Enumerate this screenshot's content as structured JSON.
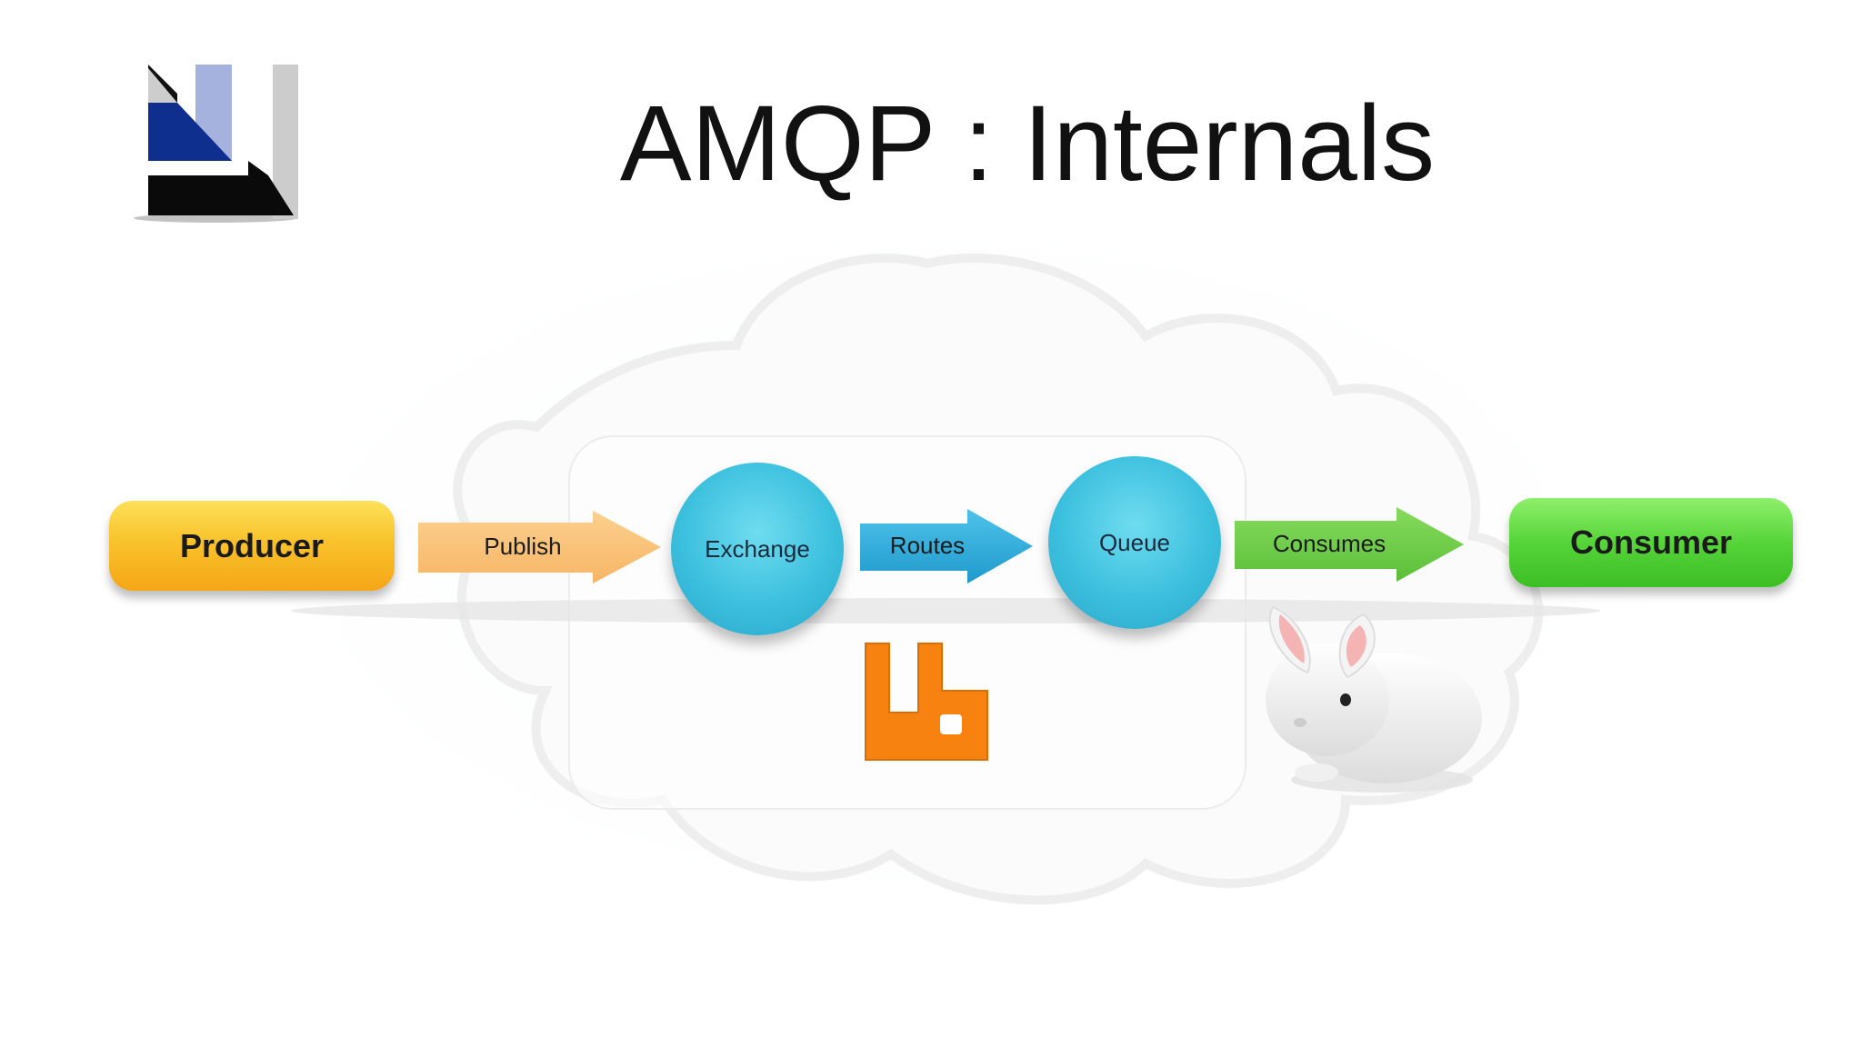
{
  "slide": {
    "title": "AMQP : Internals"
  },
  "diagram": {
    "producer_label": "Producer",
    "publish_label": "Publish",
    "exchange_label": "Exchange",
    "routes_label": "Routes",
    "queue_label": "Queue",
    "consumes_label": "Consumes",
    "consumer_label": "Consumer"
  },
  "colors": {
    "producer": "#f8c22c",
    "publish_arrow": "#f9c07a",
    "routes_arrow": "#2aa6d4",
    "consumes_arrow": "#6cc94a",
    "consumer": "#56d43a",
    "circle": "#3cc0de",
    "rabbitmq_logo": "#f7820f",
    "logo_blue": "#0f2f8f",
    "logo_light_blue": "#a5b2dd",
    "logo_gray": "#cccccc"
  },
  "icons": {
    "logo": "company-logo",
    "rabbitmq": "rabbitmq-logo-icon",
    "rabbit": "rabbit-icon",
    "cloud": "cloud-icon"
  }
}
